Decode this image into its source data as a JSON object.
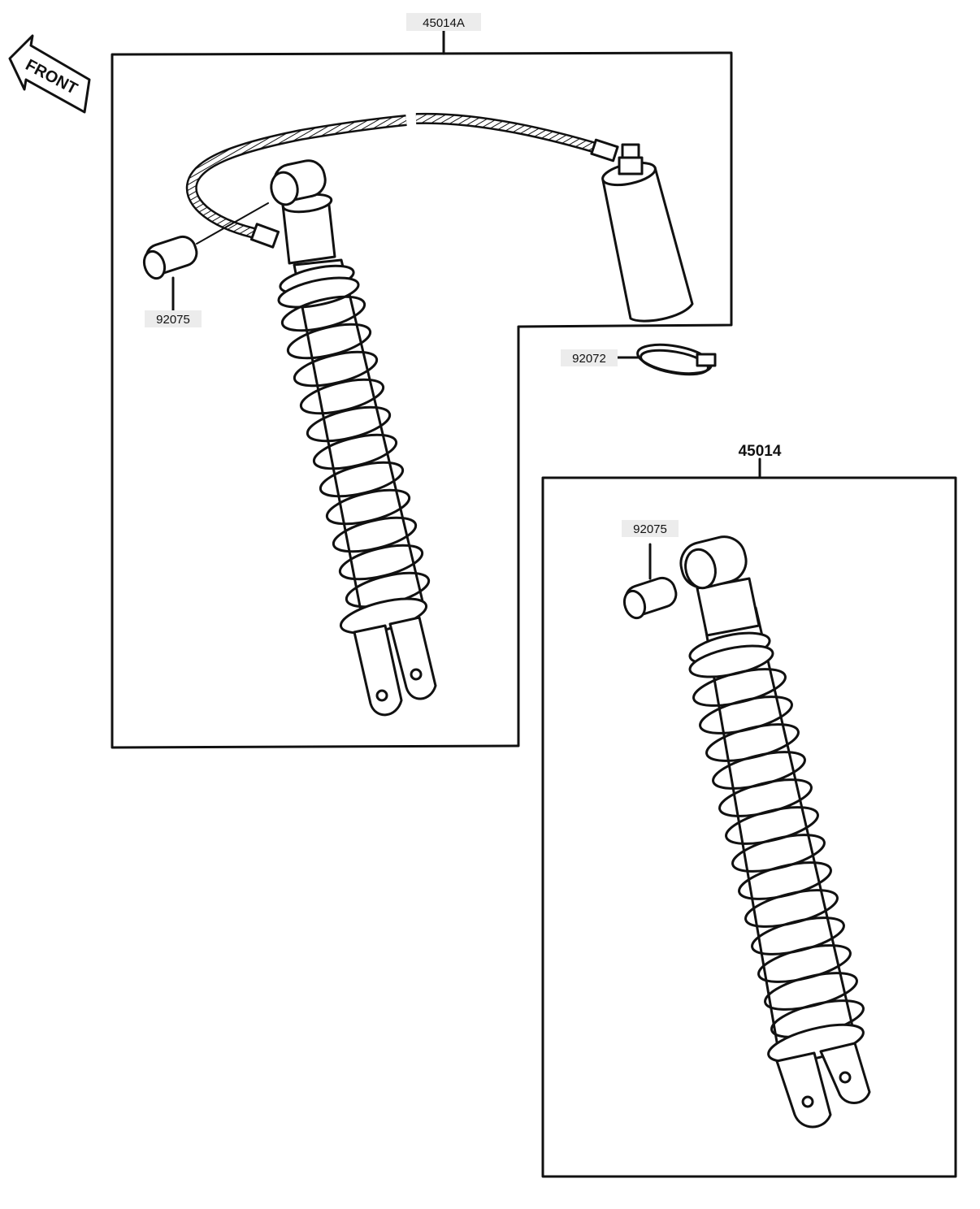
{
  "front_label": "FRONT",
  "callouts": {
    "kit_a": "45014A",
    "bushing_a": "92075",
    "clamp": "92072",
    "kit_b": "45014",
    "bushing_b": "92075"
  }
}
